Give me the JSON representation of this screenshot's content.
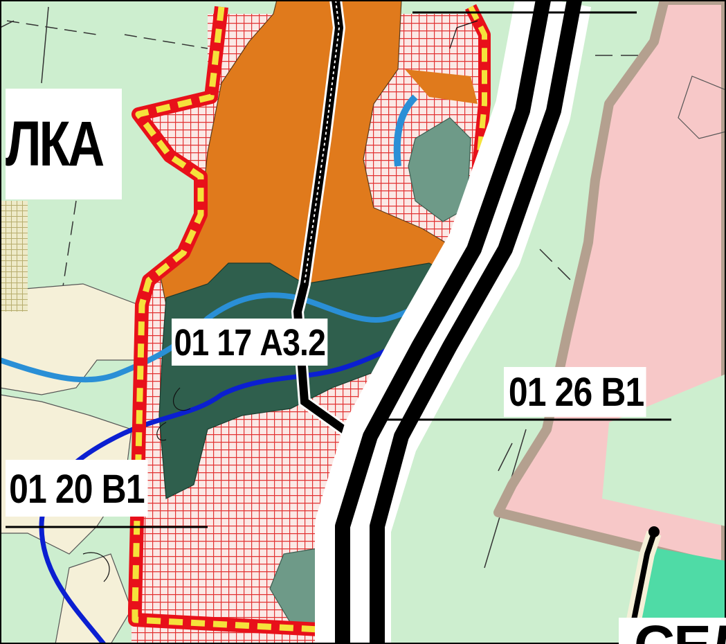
{
  "map": {
    "labels": {
      "zone_a32": "01 17 А3.2",
      "zone_b1_26": "01 26 В1",
      "zone_b1_20": "01 20 В1",
      "town_fragment": "ЛКА",
      "bottom_fragment": "СЕЛ"
    },
    "colors": {
      "background": "#cdeecf",
      "residential_pink": "#f7c8c8",
      "pink_border": "#b4a08f",
      "industrial_orange": "#e07a1c",
      "forest_dark": "#2f5f4d",
      "forest_gray": "#6e9a88",
      "hatch_red": "#e23232",
      "boundary_red": "#e8101a",
      "boundary_yellow": "#f5e23b",
      "river_light": "#2a8fd6",
      "river_dark": "#0b1fd1",
      "road_black": "#000000",
      "teal_zone": "#4fdba6",
      "sand": "#f5f0d8"
    }
  }
}
